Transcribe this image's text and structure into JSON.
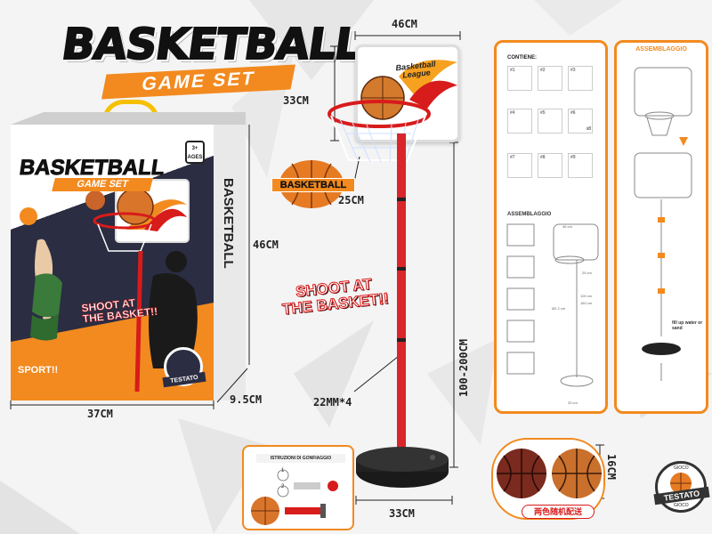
{
  "colors": {
    "accent": "#f28a1f",
    "dark": "#2b2d42",
    "red": "#d81b1b"
  },
  "title": {
    "main": "BASKETBALL",
    "sub": "GAME SET"
  },
  "box": {
    "logo": "BASKETBALL",
    "game": "GAME SET",
    "age": "3+ AGES",
    "shoot": [
      "SHOOT AT",
      "THE BASKET!!"
    ],
    "sport": "SPORT!!",
    "testato": "TESTATO",
    "side_logo": "BASKETBALL",
    "width_label": "37CM",
    "height_label": "46CM",
    "depth_label": "9.5CM"
  },
  "ball_badge": "BASKETBALL",
  "shoot_big": [
    "SHOOT AT",
    "THE BASKET!!"
  ],
  "backboard_text": [
    "Basketball",
    "League"
  ],
  "dims": {
    "board_width": "46CM",
    "board_height": "33CM",
    "rim": "25CM",
    "pole": "100-200CM",
    "tube": "22MM*4",
    "base": "33CM",
    "ball": "16CM"
  },
  "contents_panel": {
    "title": "CONTIENE:",
    "cells": [
      "#1",
      "#2",
      "#3",
      "#4",
      "#5",
      "#6",
      "#7",
      "#8",
      "#9"
    ],
    "x8": "x8",
    "assembly_title": "ASSEMBLAGGIO",
    "dim_small": [
      "100 cm",
      "160 cm",
      "25 cm",
      "46 cm",
      "Ø2.2 cm",
      "33 cm"
    ]
  },
  "assembly_panel": {
    "title": "ASSEMBLAGGIO",
    "note": "fill up water or sand"
  },
  "inflate": {
    "title": "ISTRUZIONI DI GONFIAGGIO",
    "steps": [
      "1",
      "2"
    ]
  },
  "color_note": "两色随机配送",
  "testato": {
    "top": "GIOCO",
    "label": "TESTATO",
    "bottom": "GIOCO"
  }
}
